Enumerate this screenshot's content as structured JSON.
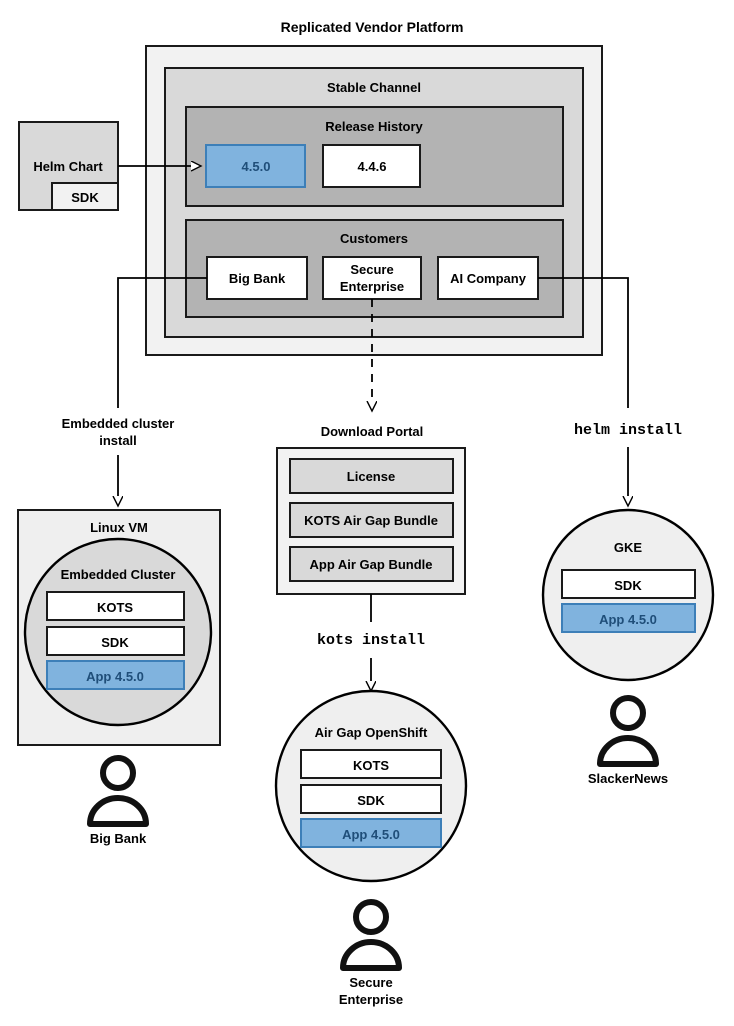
{
  "title": "Replicated Vendor Platform",
  "colors": {
    "outer_platform_fill": "#f2f2f2",
    "channel_fill": "#d9d9d9",
    "section_fill": "#b3b3b3",
    "white_box_fill": "#ffffff",
    "blue_fill": "#80b3de",
    "blue_border": "#3d7fb8",
    "blue_text": "#1f4e79",
    "stroke": "#1a1a1a",
    "vm_fill": "#efefef",
    "cluster_fill": "#d9d9d9",
    "portal_fill": "#f2f2f2",
    "portal_item_fill": "#d9d9d9",
    "circle_fill": "#efefef"
  },
  "platform": {
    "channel": {
      "label": "Stable Channel"
    },
    "release_history": {
      "label": "Release History",
      "releases": [
        {
          "version": "4.5.0",
          "highlighted": true
        },
        {
          "version": "4.4.6",
          "highlighted": false
        }
      ]
    },
    "customers": {
      "label": "Customers",
      "items": [
        {
          "name": "Big Bank"
        },
        {
          "name": "Secure\nEnterprise",
          "line1": "Secure",
          "line2": "Enterprise"
        },
        {
          "name": "AI Company"
        }
      ]
    }
  },
  "source": {
    "helm_chart": {
      "label": "Helm Chart",
      "sdk_label": "SDK"
    }
  },
  "edges": {
    "embedded_install": {
      "line1": "Embedded cluster",
      "line2": "install"
    },
    "download_portal_label": "Download Portal",
    "kots_install": "kots install",
    "helm_install": "helm install"
  },
  "download_portal": {
    "title": "Download Portal",
    "items": [
      {
        "label": "License"
      },
      {
        "label": "KOTS Air Gap Bundle"
      },
      {
        "label": "App Air Gap Bundle"
      }
    ]
  },
  "deployments": [
    {
      "id": "linux-vm",
      "host_label": "Linux VM",
      "cluster_label": "Embedded Cluster",
      "components": [
        {
          "label": "KOTS",
          "highlighted": false
        },
        {
          "label": "SDK",
          "highlighted": false
        },
        {
          "label": "App 4.5.0",
          "highlighted": true
        }
      ],
      "customer": "Big Bank"
    },
    {
      "id": "air-gap-openshift",
      "host_label": "Air Gap OpenShift",
      "components": [
        {
          "label": "KOTS",
          "highlighted": false
        },
        {
          "label": "SDK",
          "highlighted": false
        },
        {
          "label": "App 4.5.0",
          "highlighted": true
        }
      ],
      "customer_line1": "Secure",
      "customer_line2": "Enterprise"
    },
    {
      "id": "gke",
      "host_label": "GKE",
      "components": [
        {
          "label": "SDK",
          "highlighted": false
        },
        {
          "label": "App 4.5.0",
          "highlighted": true
        }
      ],
      "customer": "SlackerNews"
    }
  ]
}
